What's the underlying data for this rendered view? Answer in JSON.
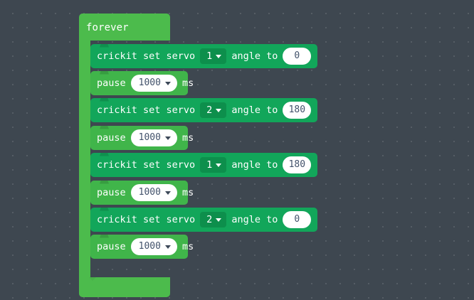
{
  "canvas": {
    "background_color": "#3e4750",
    "grid_dot_color": "#5a636d"
  },
  "palette": {
    "forever_block_color": "#4cbb4c",
    "crickit_block_color": "#12a65a",
    "pause_block_color": "#40b54a",
    "dropdown_field_color": "#0d8f4c",
    "value_pill_color": "#ffffff",
    "value_text_color": "#42526b",
    "block_text_color": "#ffffff"
  },
  "program": {
    "forever": {
      "label": "forever",
      "statements": [
        {
          "kind": "crickit-set-servo",
          "label_prefix": "crickit set servo",
          "servo": "1",
          "label_middle": "angle to",
          "angle": "0"
        },
        {
          "kind": "pause",
          "label_prefix": "pause",
          "duration": "1000",
          "label_suffix": "ms"
        },
        {
          "kind": "crickit-set-servo",
          "label_prefix": "crickit set servo",
          "servo": "2",
          "label_middle": "angle to",
          "angle": "180"
        },
        {
          "kind": "pause",
          "label_prefix": "pause",
          "duration": "1000",
          "label_suffix": "ms"
        },
        {
          "kind": "crickit-set-servo",
          "label_prefix": "crickit set servo",
          "servo": "1",
          "label_middle": "angle to",
          "angle": "180"
        },
        {
          "kind": "pause",
          "label_prefix": "pause",
          "duration": "1000",
          "label_suffix": "ms"
        },
        {
          "kind": "crickit-set-servo",
          "label_prefix": "crickit set servo",
          "servo": "2",
          "label_middle": "angle to",
          "angle": "0"
        },
        {
          "kind": "pause",
          "label_prefix": "pause",
          "duration": "1000",
          "label_suffix": "ms"
        }
      ]
    }
  }
}
